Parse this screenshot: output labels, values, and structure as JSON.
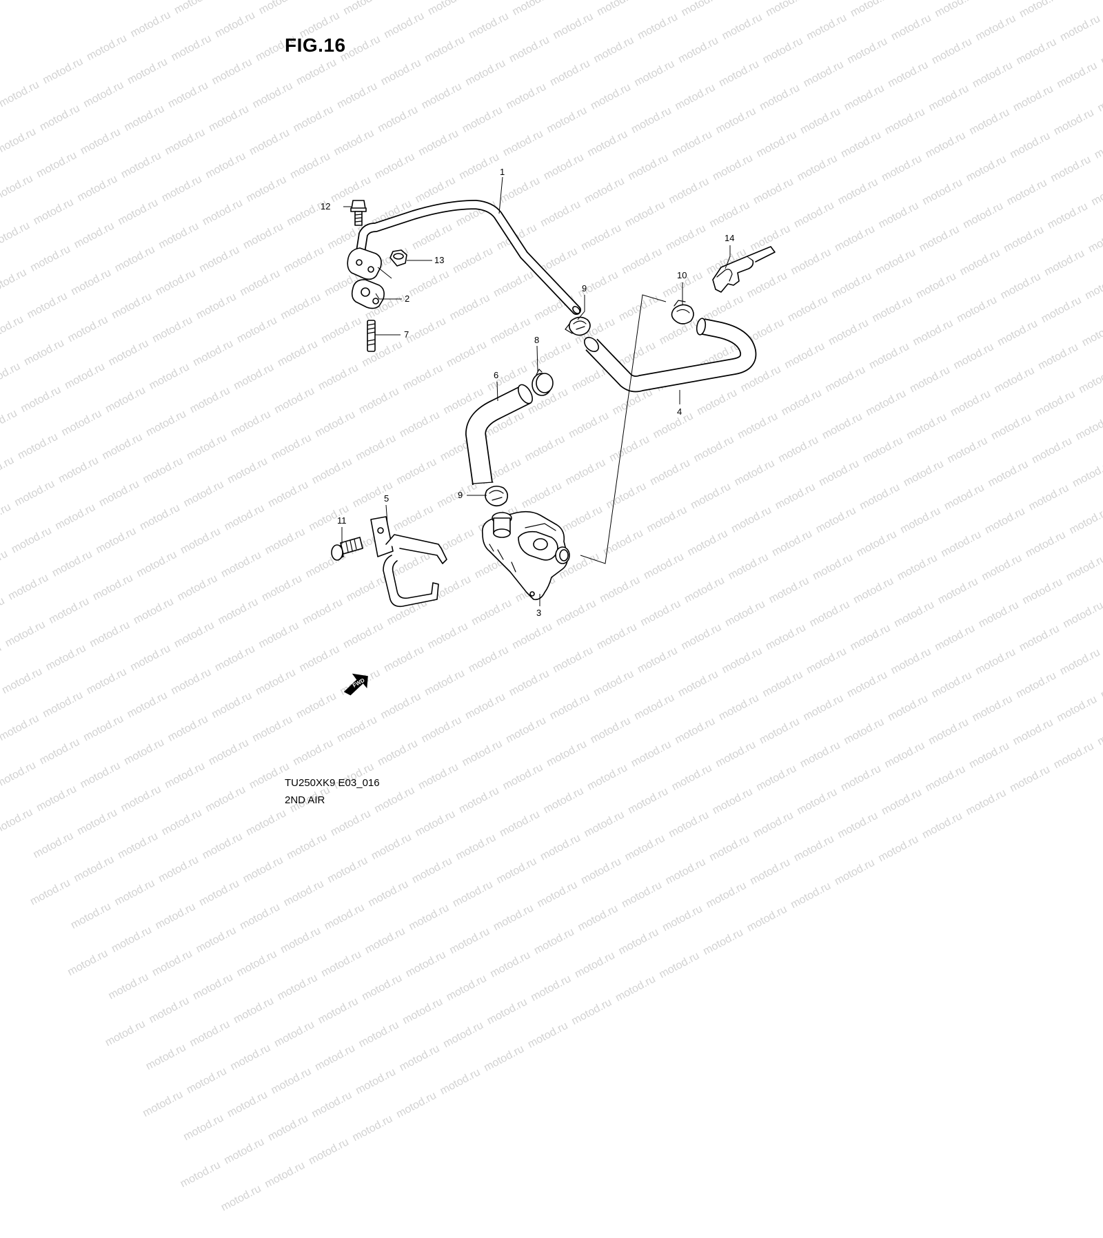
{
  "figure": {
    "title": "FIG.16"
  },
  "watermark": {
    "text": "motod.ru"
  },
  "footer": {
    "model_code": "TU250XK9 E03_016",
    "section_name": "2ND AIR"
  },
  "callouts": [
    {
      "number": "1"
    },
    {
      "number": "2"
    },
    {
      "number": "3"
    },
    {
      "number": "4"
    },
    {
      "number": "5"
    },
    {
      "number": "6"
    },
    {
      "number": "7"
    },
    {
      "number": "8"
    },
    {
      "number": "9"
    },
    {
      "number": "9"
    },
    {
      "number": "10"
    },
    {
      "number": "11"
    },
    {
      "number": "12"
    },
    {
      "number": "13"
    },
    {
      "number": "14"
    }
  ],
  "direction_marker": {
    "label": "FWD",
    "icon": "forward-arrow-icon"
  }
}
